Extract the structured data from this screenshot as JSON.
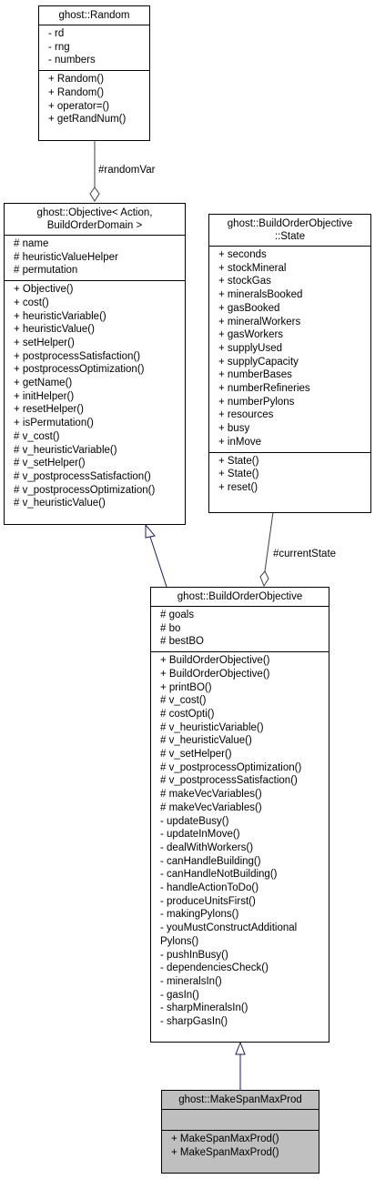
{
  "random": {
    "title": "ghost::Random",
    "attributes": [
      "- rd",
      "- rng",
      "- numbers"
    ],
    "methods": [
      "+ Random()",
      "+ Random()",
      "+ operator=()",
      "+ getRandNum()"
    ]
  },
  "objective": {
    "title_line1": "ghost::Objective< Action,",
    "title_line2": "BuildOrderDomain >",
    "attributes": [
      "# name",
      "# heuristicValueHelper",
      "# permutation"
    ],
    "methods": [
      "+ Objective()",
      "+ cost()",
      "+ heuristicVariable()",
      "+ heuristicValue()",
      "+ setHelper()",
      "+ postprocessSatisfaction()",
      "+ postprocessOptimization()",
      "+ getName()",
      "+ initHelper()",
      "+ resetHelper()",
      "+ isPermutation()",
      "# v_cost()",
      "# v_heuristicVariable()",
      "# v_setHelper()",
      "# v_postprocessSatisfaction()",
      "# v_postprocessOptimization()",
      "# v_heuristicValue()"
    ]
  },
  "state": {
    "title_line1": "ghost::BuildOrderObjective",
    "title_line2": "::State",
    "attributes": [
      "+ seconds",
      "+ stockMineral",
      "+ stockGas",
      "+ mineralsBooked",
      "+ gasBooked",
      "+ mineralWorkers",
      "+ gasWorkers",
      "+ supplyUsed",
      "+ supplyCapacity",
      "+ numberBases",
      "+ numberRefineries",
      "+ numberPylons",
      "+ resources",
      "+ busy",
      "+ inMove"
    ],
    "methods": [
      "+ State()",
      "+ State()",
      "+ reset()"
    ]
  },
  "buildorder": {
    "title": "ghost::BuildOrderObjective",
    "attributes": [
      "# goals",
      "# bo",
      "# bestBO"
    ],
    "methods": [
      "+ BuildOrderObjective()",
      "+ BuildOrderObjective()",
      "+ printBO()",
      "# v_cost()",
      "# costOpti()",
      "# v_heuristicVariable()",
      "# v_heuristicValue()",
      "# v_setHelper()",
      "# v_postprocessOptimization()",
      "# v_postprocessSatisfaction()",
      "# makeVecVariables()",
      "# makeVecVariables()",
      "- updateBusy()",
      "- updateInMove()",
      "- dealWithWorkers()",
      "- canHandleBuilding()",
      "- canHandleNotBuilding()",
      "- handleActionToDo()",
      "- produceUnitsFirst()",
      "- makingPylons()",
      "- youMustConstructAdditional",
      "Pylons()",
      "- pushInBusy()",
      "- dependenciesCheck()",
      "- mineralsIn()",
      "- gasIn()",
      "- sharpMineralsIn()",
      "- sharpGasIn()"
    ]
  },
  "makespan": {
    "title": "ghost::MakeSpanMaxProd",
    "attributes": [],
    "methods": [
      "+ MakeSpanMaxProd()",
      "+ MakeSpanMaxProd()"
    ]
  },
  "edges": {
    "random_var": "#randomVar",
    "current_state": "#currentState"
  },
  "colors": {
    "inheritance_edge": "#191970",
    "association_edge": "#404040",
    "highlight_fill": "#bfbfbf"
  }
}
